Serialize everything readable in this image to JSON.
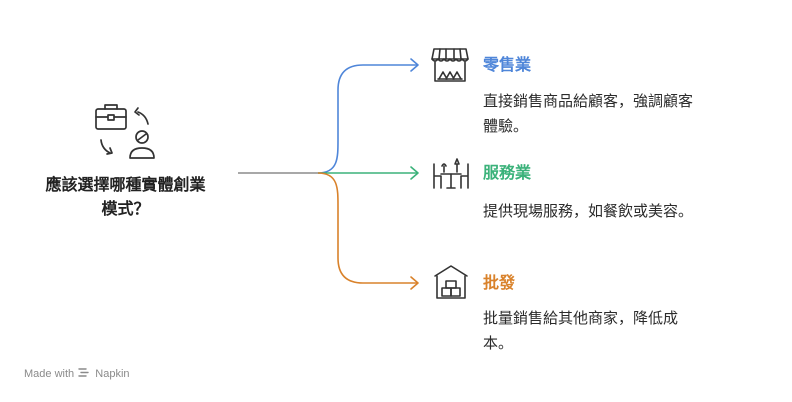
{
  "center": {
    "title_line1": "應該選擇哪種實體創業",
    "title_line2": "模式？"
  },
  "branches": [
    {
      "title": "零售業",
      "desc_line1": "直接銷售商品給顧客，強調顧客",
      "desc_line2": "體驗。",
      "color": "#4f86d9",
      "icon": "storefront-icon"
    },
    {
      "title": "服務業",
      "desc_line1": "提供現場服務，如餐飲或美容。",
      "desc_line2": "",
      "color": "#3bb27a",
      "icon": "dining-table-icon"
    },
    {
      "title": "批發",
      "desc_line1": "批量銷售給其他商家，降低成",
      "desc_line2": "本。",
      "color": "#d9822b",
      "icon": "warehouse-boxes-icon"
    }
  ],
  "center_icon": "business-person-exchange-icon",
  "trunk_color": "#8c8c8c",
  "footer": {
    "made_with": "Made with",
    "brand": "Napkin"
  }
}
